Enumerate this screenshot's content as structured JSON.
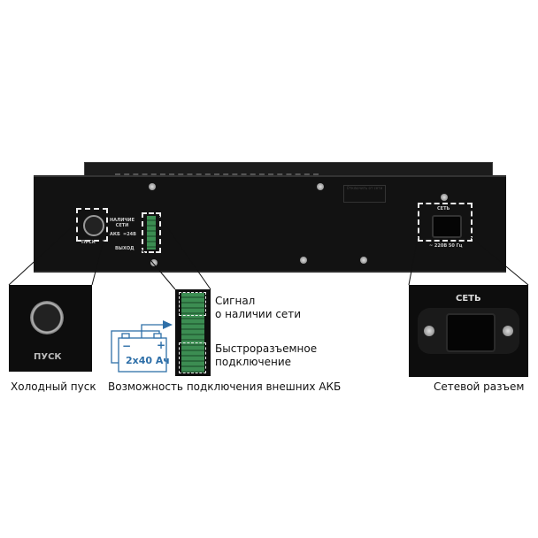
{
  "device": {
    "start_label": "ПУСК",
    "mains_presence_label": "НАЛИЧИЕ СЕТИ",
    "battery_label": "АКБ",
    "voltage_label": "=24В",
    "output_label": "ВЫХОД",
    "mains_label": "СЕТЬ",
    "mains_rating": "~ 220В 50 Гц",
    "warning_sticker": "Отключить от сети"
  },
  "callouts": {
    "cold_start": {
      "inset_label": "ПУСК",
      "caption": "Холодный пуск"
    },
    "battery": {
      "capacity": "2х40 Ач",
      "plus": "+",
      "minus": "−",
      "caption": "Возможность подключения внешних АКБ"
    },
    "terminal": {
      "signal_line1": "Сигнал",
      "signal_line2": "о наличии сети",
      "quick_line1": "Быстроразъемное",
      "quick_line2": "подключение"
    },
    "mains": {
      "inset_label": "СЕТЬ",
      "caption": "Сетевой разъем"
    }
  },
  "colors": {
    "accent": "#2e6fa8",
    "terminal": "#3c8d52"
  }
}
